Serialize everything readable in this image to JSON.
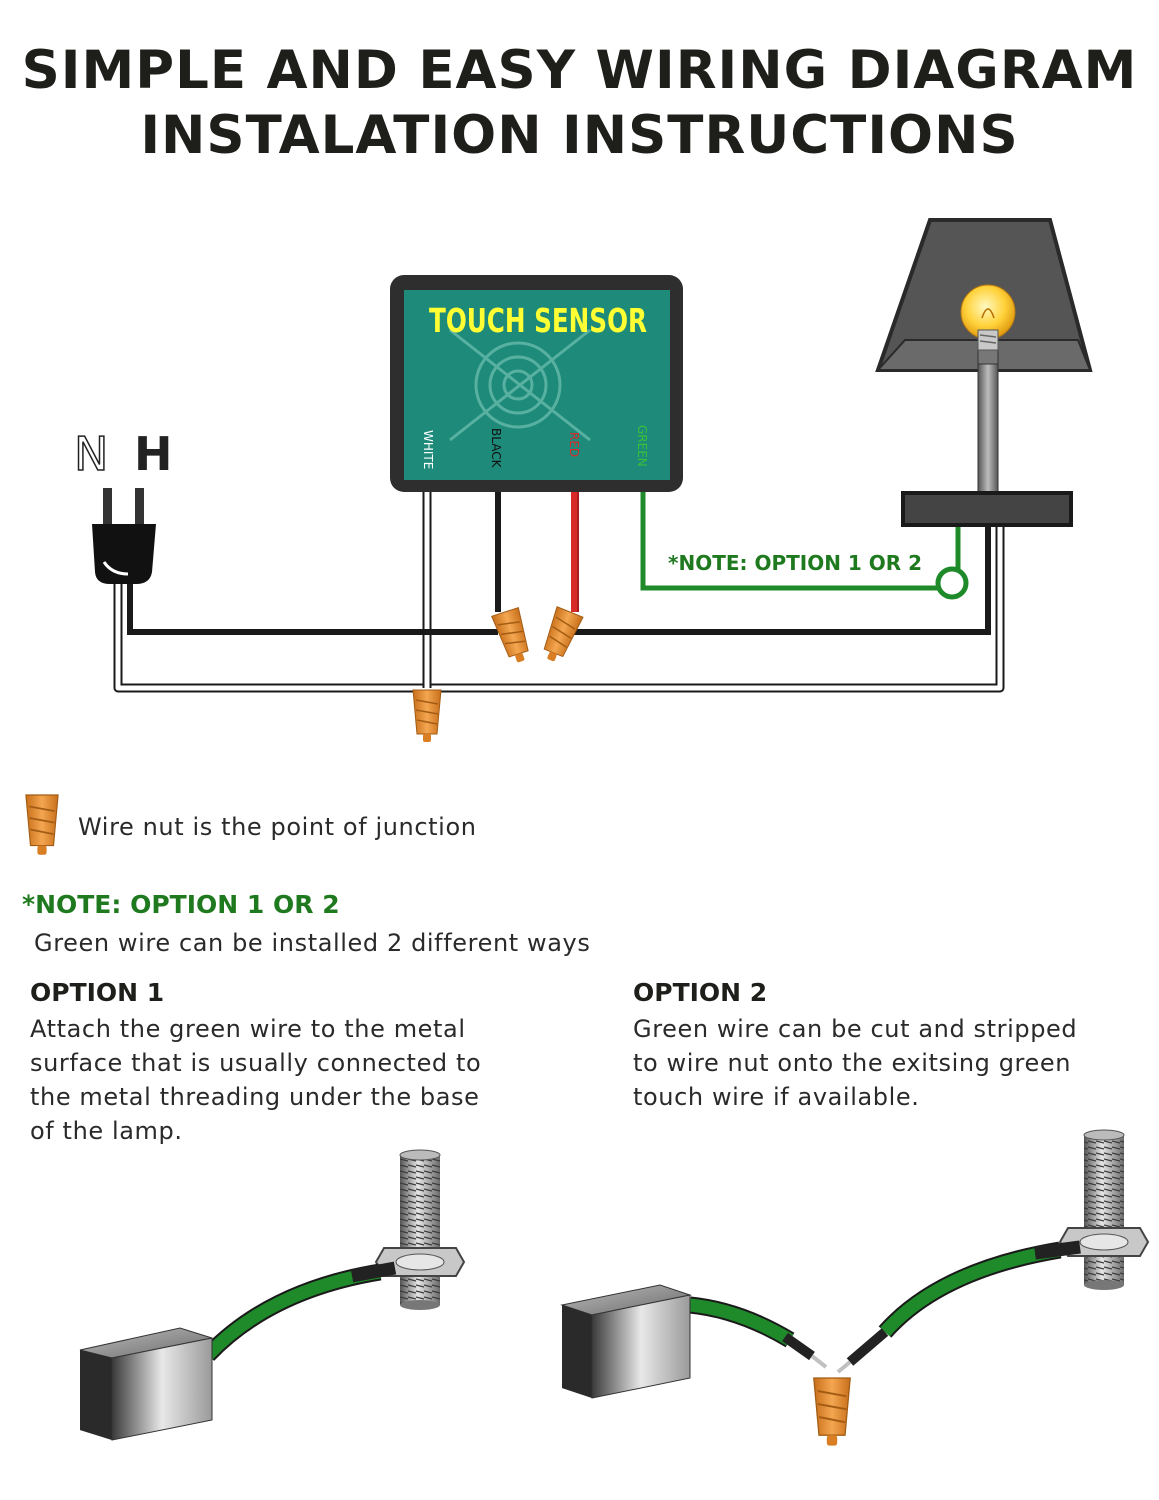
{
  "header": {
    "title_line1": "SIMPLE AND EASY WIRING DIAGRAM",
    "title_line2": "INSTALATION INSTRUCTIONS"
  },
  "plug": {
    "neutral_label": "N",
    "hot_label": "H"
  },
  "sensor": {
    "title": "TOUCH SENSOR",
    "wire_labels": {
      "white": "WHITE",
      "black": "BLACK",
      "red": "RED",
      "green": "GREEN"
    }
  },
  "diagram_note": "*NOTE: OPTION 1 OR 2",
  "legend": {
    "wire_nut_text": "Wire nut is the point of junction"
  },
  "note": {
    "heading": "*NOTE: OPTION 1 OR 2",
    "text": "Green wire can be installed 2 different ways"
  },
  "option1": {
    "heading": "OPTION 1",
    "lines": [
      "Attach the green wire to the metal",
      "surface that is usually connected to",
      "the metal threading under the base",
      "of the lamp."
    ]
  },
  "option2": {
    "heading": "OPTION 2",
    "lines": [
      "Green wire can be cut and stripped",
      "to wire nut onto the exitsing green",
      "touch wire if available."
    ]
  },
  "colors": {
    "sensor_face": "#1d8a7a",
    "sensor_title": "#ffff33",
    "green_wire": "#1f8a2a",
    "red_wire": "#d92a2a",
    "wire_nut": "#e8902e",
    "text_green": "#1f7a1f"
  }
}
